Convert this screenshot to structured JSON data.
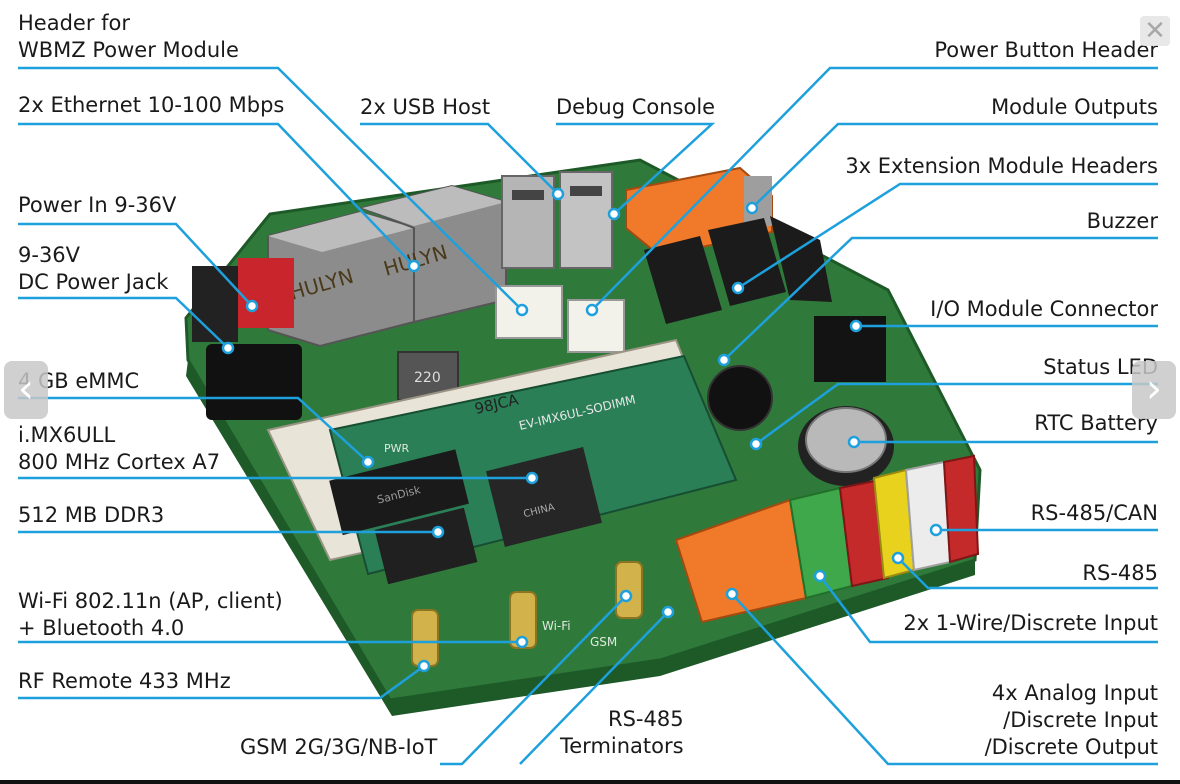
{
  "colors": {
    "callout": "#1ea0dc",
    "dot_fill": "#ffffff",
    "pcb": "#2f7a3a",
    "pcb_dark": "#1d5a28"
  },
  "labels": {
    "header_wbmz": "Header for\nWBMZ Power Module",
    "ethernet": "2x Ethernet 10-100 Mbps",
    "usb_host": "2x USB Host",
    "debug_console": "Debug Console",
    "power_button_header": "Power Button Header",
    "module_outputs": "Module Outputs",
    "extension_headers": "3x Extension Module Headers",
    "buzzer": "Buzzer",
    "power_in": "Power In 9-36V",
    "dc_jack": "9-36V\nDC Power Jack",
    "io_connector": "I/O Module Connector",
    "status_led": "Status LED",
    "emmc": "4 GB eMMC",
    "rtc_battery": "RTC Battery",
    "cpu": "i.MX6ULL\n800 MHz Cortex A7",
    "ddr3": "512 MB DDR3",
    "rs485_can": "RS-485/CAN",
    "rs485": "RS-485",
    "wifi_bt": "Wi-Fi 802.11n (AP, client)\n+ Bluetooth 4.0",
    "onewire": "2x 1-Wire/Discrete Input",
    "rf_remote": "RF Remote 433 MHz",
    "analog_input": "4x Analog Input\n/Discrete Input\n/Discrete Output",
    "rs485_terminators": "RS-485\nTerminators",
    "gsm": "GSM 2G/3G/NB-IoT"
  },
  "board_marks": {
    "module_code": "98JCA",
    "som_name": "EV-IMX6UL-SODIMM",
    "inductor": "220",
    "net1_brand": "HULYN",
    "net2_brand": "HULYN",
    "pwr_text": "PWR",
    "chip_text": "SanDisk",
    "cpu_text": "CHINA",
    "gsm_silk": "GSM",
    "wifi_silk": "Wi-Fi"
  },
  "controls": {
    "close_glyph": "✕",
    "prev_glyph": "‹",
    "next_glyph": "›"
  }
}
